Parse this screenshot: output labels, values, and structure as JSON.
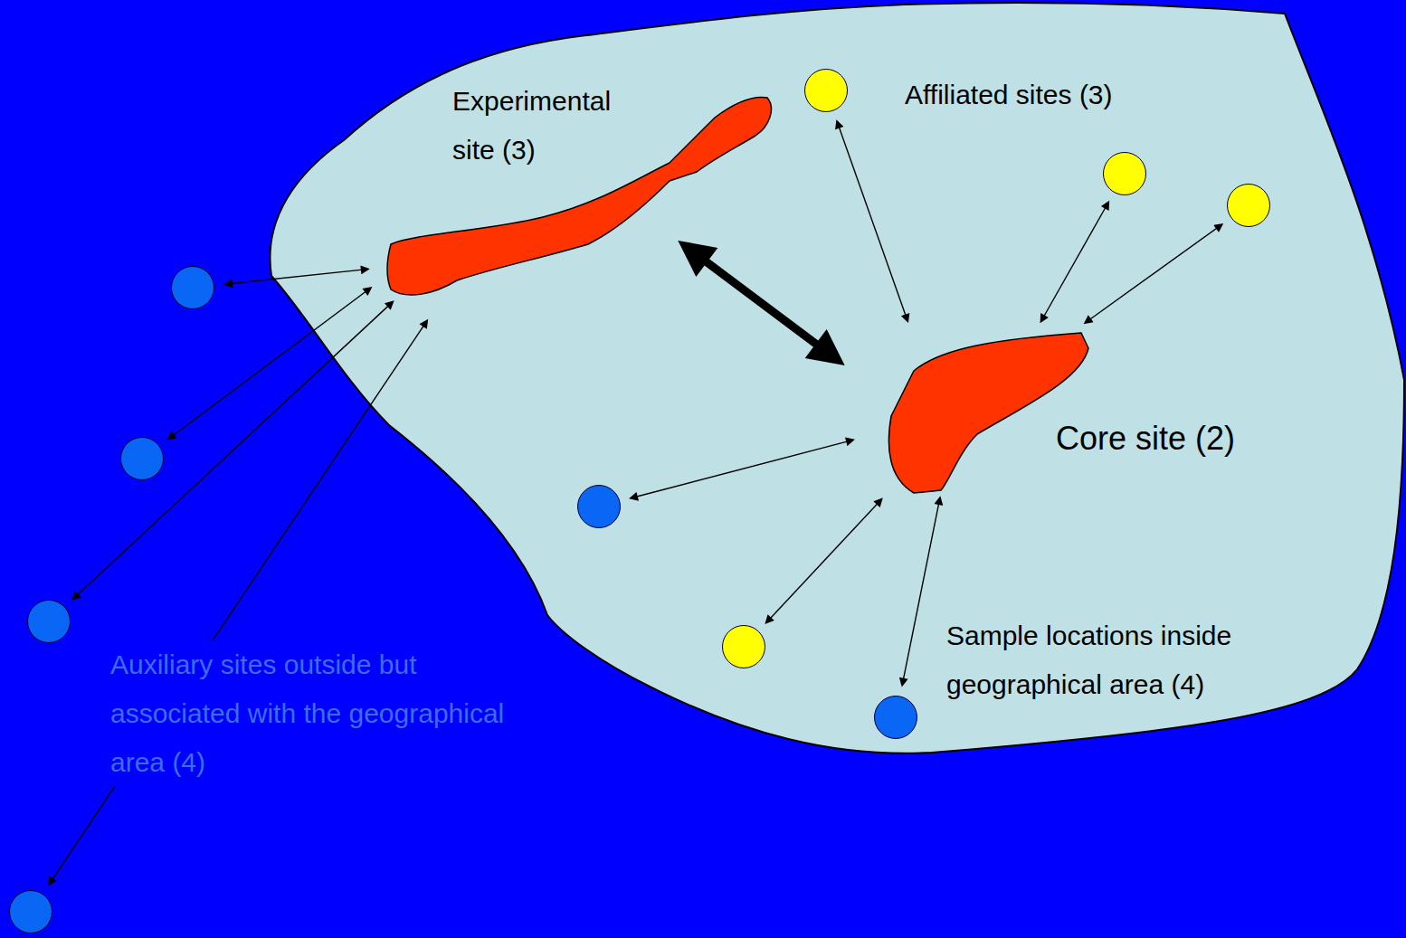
{
  "diagram": {
    "nodes": [
      {
        "text": [
          "Experimental site (3)"
        ]
      },
      {
        "text": [
          "Core site (2)"
        ]
      },
      {
        "text": []
      },
      {
        "text": []
      },
      {
        "text": []
      },
      {
        "text": []
      },
      {
        "text": []
      },
      {
        "text": []
      },
      {
        "text": []
      },
      {
        "text": []
      },
      {
        "text": []
      },
      {
        "text": []
      }
    ],
    "edges": [
      {
        "from": 0,
        "to": 1,
        "arrow": "both"
      },
      {
        "from": 1,
        "to": 2,
        "arrow": "both"
      },
      {
        "from": 1,
        "to": 3,
        "arrow": "both"
      },
      {
        "from": 1,
        "to": 4,
        "arrow": "both"
      },
      {
        "from": 1,
        "to": 5,
        "arrow": "both"
      },
      {
        "from": 1,
        "to": 6,
        "arrow": "both"
      },
      {
        "from": 1,
        "to": 7,
        "arrow": "both"
      },
      {
        "from": 0,
        "to": 8,
        "arrow": "both"
      },
      {
        "from": 0,
        "to": 9,
        "arrow": "both"
      },
      {
        "from": 0,
        "to": 10,
        "arrow": "both"
      },
      {
        "from": 0,
        "to": 11,
        "arrow": "both"
      }
    ],
    "labels": [
      "Affiliated sites (3)",
      "Sample locations inside geographical area (4)",
      "Auxiliary sites outside but associated with the geographical area (4)"
    ]
  }
}
